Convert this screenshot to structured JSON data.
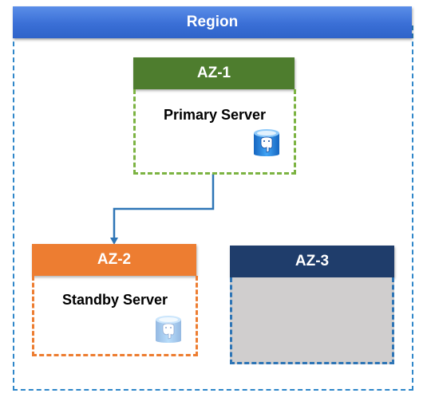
{
  "region": {
    "label": "Region"
  },
  "zones": [
    {
      "label": "AZ-1",
      "server": "Primary Server",
      "color": "#4e7d2e",
      "border_color": "#7cb342",
      "icon": "postgresql-database-icon"
    },
    {
      "label": "AZ-2",
      "server": "Standby Server",
      "color": "#ed7d31",
      "border_color": "#ed7d31",
      "icon": "postgresql-database-icon",
      "icon_faded": true
    },
    {
      "label": "AZ-3",
      "server": "",
      "color": "#1f3d6b",
      "border_color": "#2e75b6",
      "fill": "#d0cece"
    }
  ],
  "connector": {
    "from": "AZ-1",
    "to": "AZ-2",
    "color": "#2e75b6"
  }
}
